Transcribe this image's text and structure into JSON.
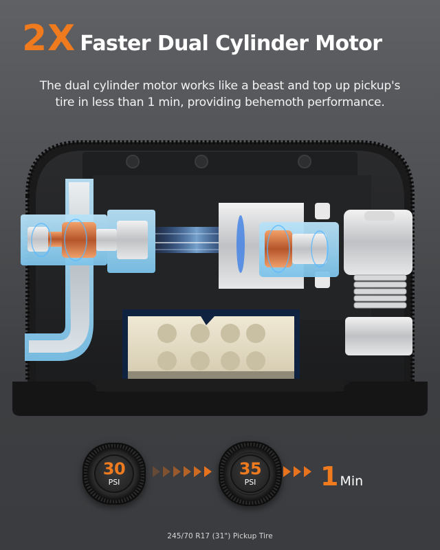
{
  "headline": {
    "accent_text": "2X",
    "title": "Faster Dual Cylinder Motor"
  },
  "subtitle": {
    "line1": "The dual cylinder motor works like a beast and top up pickup's",
    "line2": "tire in less than 1 min, providing behemoth performance."
  },
  "product_image": {
    "description": "Cutaway view of dual cylinder tire inflator showing two motors, battery pack, and compressor cylinder",
    "components": [
      "left motor (blue highlighted)",
      "right motor (blue highlighted)",
      "compressor cylinder",
      "battery pack",
      "air hose elbow"
    ]
  },
  "inflation_flow": {
    "start": {
      "value": "30",
      "unit": "PSI"
    },
    "end": {
      "value": "35",
      "unit": "PSI"
    },
    "duration": {
      "value": "1",
      "unit": "Min"
    },
    "arrows_between_tires": 6,
    "arrows_after_second_tire": 3
  },
  "caption": "245/70 R17 (31\") Pickup Tire",
  "colors": {
    "accent": "#f07a1e",
    "background_top": "#5f6165",
    "background_bottom": "#3a3c3f",
    "text": "#ffffff",
    "motor_highlight": "#9fd4f0"
  }
}
